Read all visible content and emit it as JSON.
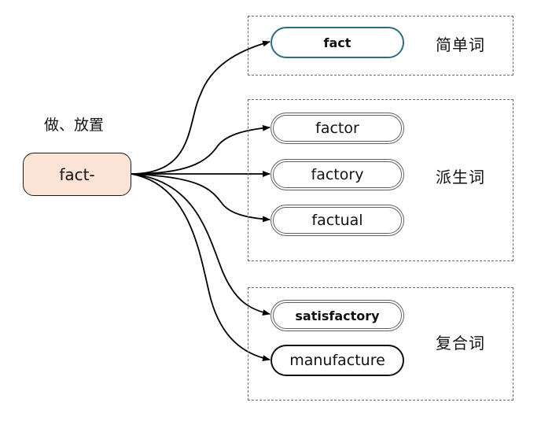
{
  "colors": {
    "root_fill": "#fbe3d6",
    "root_border": "#1b1b1b",
    "simple_border": "#2e6b80",
    "derived_border": "#606060",
    "compound_border": "#111111",
    "arrow": "#000000",
    "group_border": "#6b6b6b"
  },
  "root": {
    "label": "fact-",
    "meaning": "做、放置"
  },
  "groups": [
    {
      "id": "simple",
      "label": "简单词",
      "words": [
        "fact"
      ]
    },
    {
      "id": "derived",
      "label": "派生词",
      "words": [
        "factor",
        "factory",
        "factual"
      ]
    },
    {
      "id": "compound",
      "label": "复合词",
      "words": [
        "satisfactory",
        "manufacture"
      ]
    }
  ]
}
